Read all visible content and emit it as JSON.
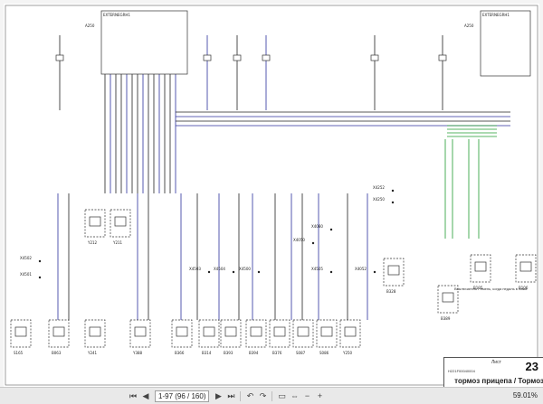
{
  "document": {
    "title_ru": "тормоз прицепа / Тормоз",
    "sheet_label": "Лист",
    "sheet_number": "23",
    "doc_number": "H221F00040004",
    "note": "Выключатель Ремень, когда педаль в нажа"
  },
  "modules": [
    {
      "tag": "A250",
      "header": "EXTERNEGRH1"
    },
    {
      "tag": "A250",
      "header": "EXTERNEGRH1"
    }
  ],
  "components": [
    {
      "tag": "Y212"
    },
    {
      "tag": "Y211"
    },
    {
      "tag": "S165"
    },
    {
      "tag": "B063"
    },
    {
      "tag": "Y241"
    },
    {
      "tag": "Y388"
    },
    {
      "tag": "B366"
    },
    {
      "tag": "B314"
    },
    {
      "tag": "B393"
    },
    {
      "tag": "B394"
    },
    {
      "tag": "B376"
    },
    {
      "tag": "S087"
    },
    {
      "tag": "S086"
    },
    {
      "tag": "Y250"
    },
    {
      "tag": "B328"
    },
    {
      "tag": "B389"
    },
    {
      "tag": "B105"
    },
    {
      "tag": "B106"
    }
  ],
  "connectors": [
    {
      "tag": "X4502"
    },
    {
      "tag": "X4501"
    },
    {
      "tag": "X4503"
    },
    {
      "tag": "X4504"
    },
    {
      "tag": "X4500"
    },
    {
      "tag": "X4505"
    },
    {
      "tag": "X4052"
    },
    {
      "tag": "X4080"
    },
    {
      "tag": "X4050"
    },
    {
      "tag": "X4252"
    },
    {
      "tag": "X4250"
    }
  ],
  "toolbar": {
    "page_display": "1-97 (96 / 160)",
    "zoom": "59.01%",
    "icons": [
      "first-page-icon",
      "prev-page-icon",
      "next-page-icon",
      "last-page-icon",
      "back-icon",
      "forward-icon",
      "fit-page-icon",
      "fit-width-icon",
      "zoom-out-icon",
      "zoom-in-icon"
    ]
  },
  "colors": {
    "blue_wire": "#2b2f9c",
    "green_wire": "#1f9b2f",
    "black_wire": "#222222"
  }
}
